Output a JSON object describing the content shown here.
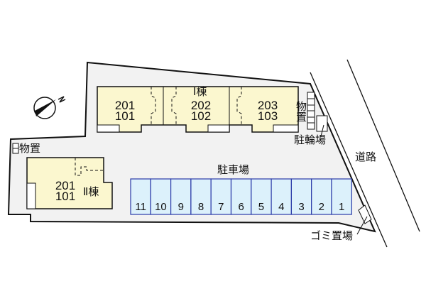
{
  "map": {
    "compass": {
      "north_label": "N"
    },
    "building_1": {
      "label": "Ⅰ棟",
      "units": [
        {
          "upper": "201",
          "lower": "101"
        },
        {
          "upper": "202",
          "lower": "102"
        },
        {
          "upper": "203",
          "lower": "103"
        }
      ]
    },
    "building_2": {
      "label": "Ⅱ棟",
      "units": [
        {
          "upper": "201",
          "lower": "101"
        }
      ]
    },
    "parking": {
      "label": "駐車場",
      "stalls": [
        "11",
        "10",
        "9",
        "8",
        "7",
        "6",
        "5",
        "4",
        "3",
        "2",
        "1"
      ]
    },
    "labels": {
      "storage_left": "物置",
      "storage_right": "物置",
      "bicycle_parking": "駐輪場",
      "road": "道路",
      "garbage": "ゴミ置場"
    },
    "colors": {
      "lot_fill": "#f2f2f2",
      "building_fill": "#fbf7cf",
      "parking_fill": "#dcf1fb",
      "parking_stroke": "#2a3aa8",
      "line": "#111111"
    }
  }
}
